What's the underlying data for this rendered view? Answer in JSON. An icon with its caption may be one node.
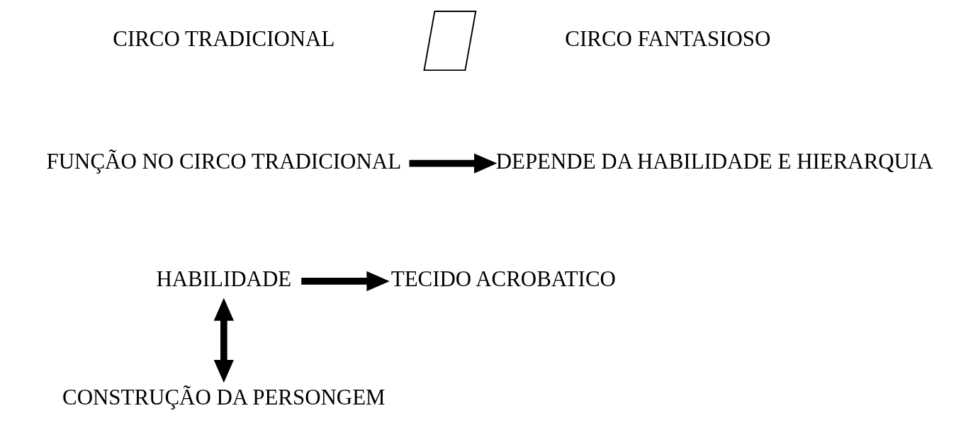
{
  "diagram": {
    "nodes": [
      {
        "text": [
          "CIRCO TRADICIONAL"
        ]
      },
      {
        "text": [],
        "shape": "parallelogram"
      },
      {
        "text": [
          "CIRCO FANTASIOSO"
        ]
      },
      {
        "text": [
          "FUNÇÃO NO CIRCO TRADICIONAL"
        ]
      },
      {
        "text": [
          "DEPENDE DA HABILIDADE E HIERARQUIA"
        ]
      },
      {
        "text": [
          "HABILIDADE"
        ]
      },
      {
        "text": [
          "TECIDO ACROBATICO"
        ]
      },
      {
        "text": [
          "CONSTRUÇÃO DA PERSONGEM"
        ]
      }
    ],
    "edges": [
      {
        "from": 3,
        "to": 4,
        "arrow": "to"
      },
      {
        "from": 5,
        "to": 6,
        "arrow": "to"
      },
      {
        "from": 5,
        "to": 7,
        "arrow": "both"
      }
    ]
  }
}
